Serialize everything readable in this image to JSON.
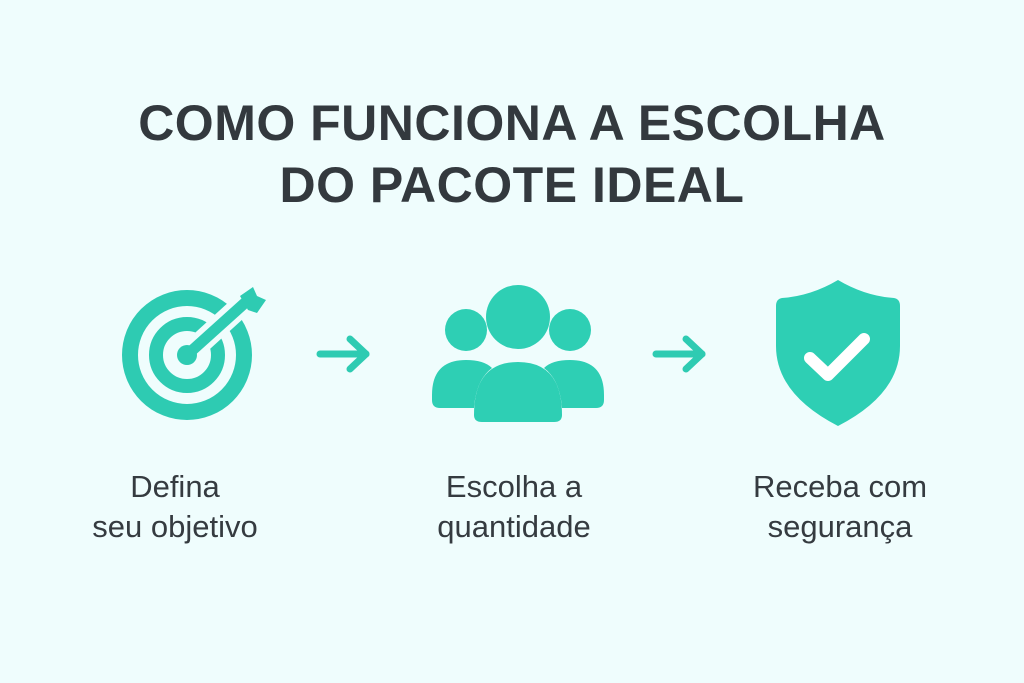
{
  "title": {
    "line1": "COMO FUNCIONA A ESCOLHA",
    "line2": "DO PACOTE IDEAL"
  },
  "accent_color": "#2ecfb4",
  "steps": [
    {
      "icon": "target-arrow-icon",
      "label_line1": "Defina",
      "label_line2": "seu objetivo"
    },
    {
      "icon": "group-users-icon",
      "label_line1": "Escolha a",
      "label_line2": "quantidade"
    },
    {
      "icon": "shield-check-icon",
      "label_line1": "Receba com",
      "label_line2": "segurança"
    }
  ],
  "connectors": [
    "arrow-right-icon",
    "arrow-right-icon"
  ]
}
